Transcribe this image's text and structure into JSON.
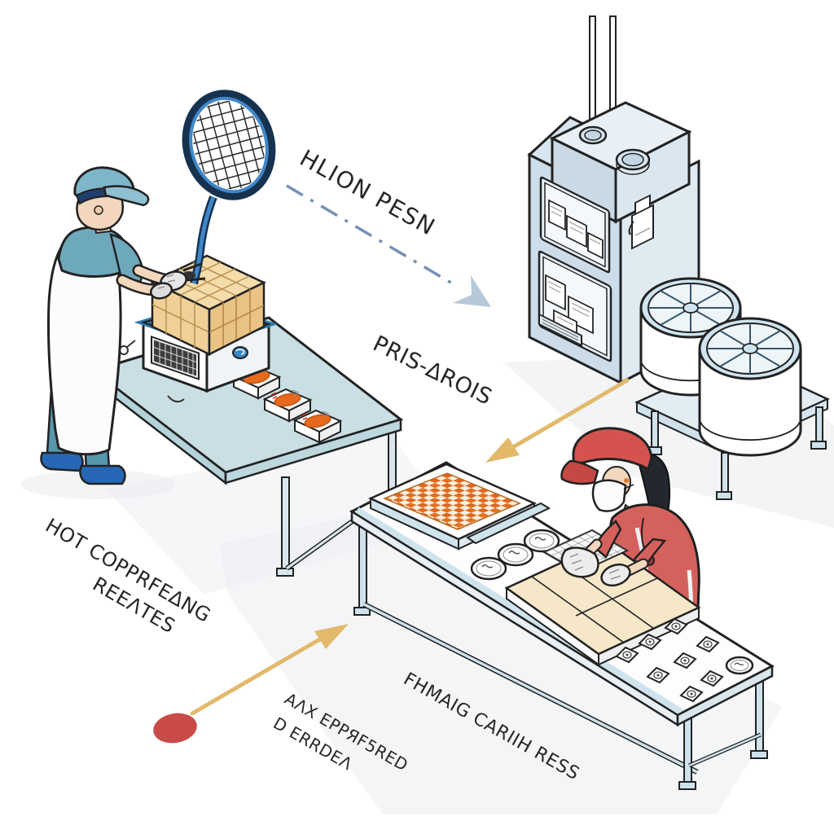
{
  "labels": {
    "process_top": "HLION PESN",
    "process_mid": "PRIS-ΔROIS",
    "station_left_line1": "HOT COPPRFEΔNG",
    "station_left_line2": "REEΛTES",
    "station_bottom": "FHMAIG CARIIH RESS",
    "note_line1": "AΛX EPPЯF5RED",
    "note_line2": "D ERRDEΛ"
  },
  "palette": {
    "outline": "#222222",
    "machine_blue_front": "#ccdce8",
    "machine_blue_side": "#dfeaf1",
    "machine_blue_top": "#d8e5ee",
    "table_teal": "#c9dfe4",
    "table_white": "#fdfdfe",
    "table_edge_blue": "#cfe3ed",
    "tan_block": "#f0d096",
    "tray_cream": "#f5e7c8",
    "orange_items": "#df671f",
    "arrow_orange": "#e3b96b",
    "arrow_dashed_blue": "#7590b3",
    "arrowhead_gray_blue": "#b7c8d8",
    "red_dot": "#c94b48",
    "skin": "#f2d7bd",
    "racket_blue": "#3f87c8",
    "worker_left_shirt": "#6ea9bb",
    "worker_left_pants": "#5797ad",
    "worker_left_shoes": "#2667b5",
    "worker_right_red": "#d5615d",
    "worker_right_cap": "#d5534f"
  },
  "objects": [
    {
      "name": "worker-left-station"
    },
    {
      "name": "tennis-racket"
    },
    {
      "name": "stringing-machine"
    },
    {
      "name": "component-trays"
    },
    {
      "name": "press-machine"
    },
    {
      "name": "string-reels-cart"
    },
    {
      "name": "worker-right-station"
    },
    {
      "name": "long-assembly-table"
    },
    {
      "name": "orange-mesh-tray"
    },
    {
      "name": "sample-plates"
    },
    {
      "name": "parts-cards"
    }
  ]
}
